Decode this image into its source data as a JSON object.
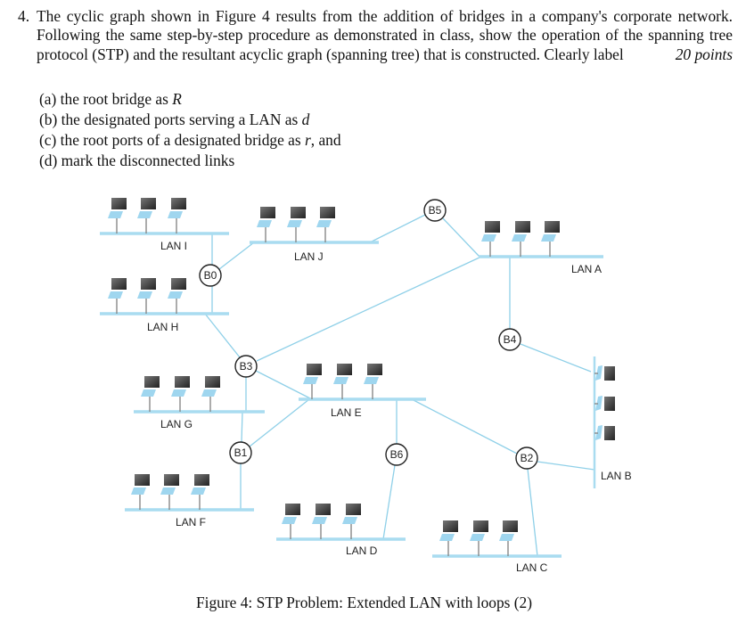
{
  "question": {
    "number": "4.",
    "text": "The cyclic graph shown in Figure 4 results from the addition of bridges in a company's corporate network. Following the same step-by-step procedure as demonstrated in class, show the operation of the spanning tree protocol (STP) and the resultant acyclic graph (spanning tree) that is constructed. Clearly label",
    "points": "20 points",
    "items": [
      {
        "marker": "(a)",
        "text": "the root bridge as ",
        "math": "R",
        "tail": ""
      },
      {
        "marker": "(b)",
        "text": "the designated ports serving a LAN as ",
        "math": "d",
        "tail": ""
      },
      {
        "marker": "(c)",
        "text": "the root ports of a designated bridge as ",
        "math": "r",
        "tail": ", and"
      },
      {
        "marker": "(d)",
        "text": "mark the disconnected links",
        "math": "",
        "tail": ""
      }
    ]
  },
  "diagram": {
    "lans": {
      "I": "LAN I",
      "J": "LAN J",
      "H": "LAN H",
      "G": "LAN G",
      "F": "LAN F",
      "E": "LAN E",
      "D": "LAN D",
      "A": "LAN A",
      "B": "LAN B",
      "C": "LAN C"
    },
    "bridges": {
      "B0": "B0",
      "B1": "B1",
      "B2": "B2",
      "B3": "B3",
      "B4": "B4",
      "B5": "B5",
      "B6": "B6"
    },
    "colors": {
      "link": "#8fd0e8",
      "bar": "#a9dcf0",
      "monitor": "#3a3a3a",
      "keyboard": "#9fd6ef"
    }
  },
  "caption": "Figure 4: STP Problem: Extended LAN with loops (2)"
}
